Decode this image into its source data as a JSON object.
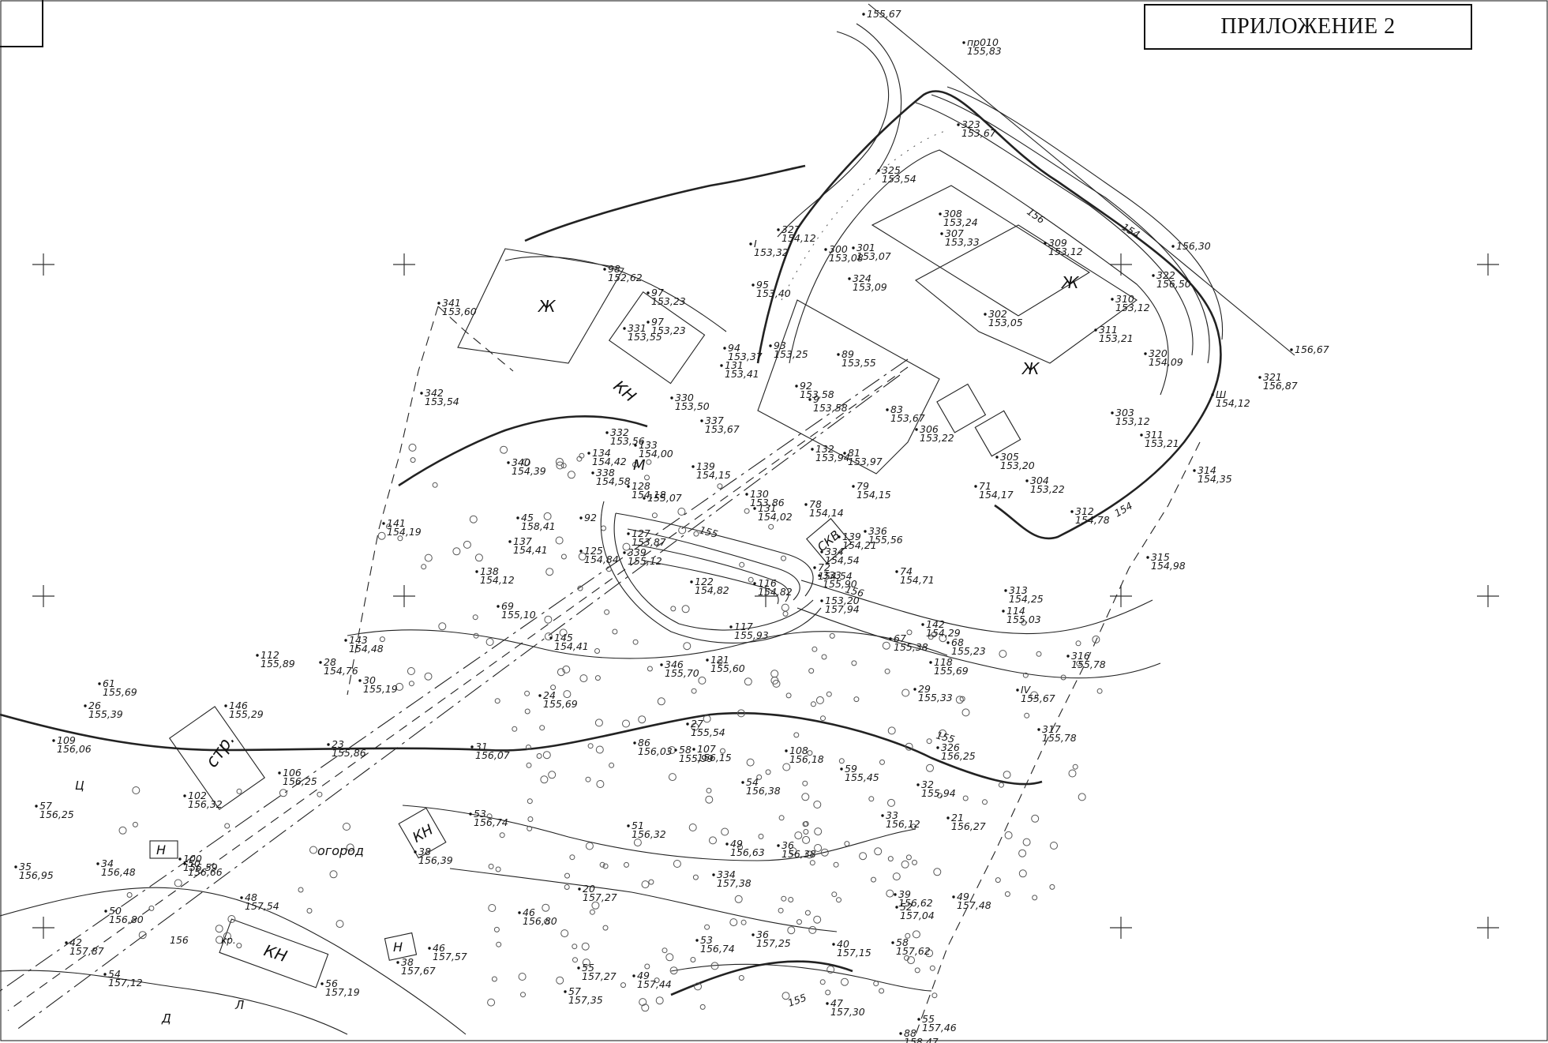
{
  "sheet": {
    "title": "ПРИЛОЖЕНИЕ 2"
  },
  "labels": {
    "zh1": "Ж",
    "zh2": "Ж",
    "zh3": "Ж",
    "kn1": "КН",
    "kn2": "КН",
    "kn3": "КН",
    "m": "М",
    "skv": "СКВ",
    "str": "стр.",
    "n1": "Н",
    "n2": "Н",
    "ogorod": "огород",
    "kryl": "кр.",
    "il1": "Ц",
    "il2": "Д",
    "il3": "Л"
  },
  "contours": [
    "156",
    "154",
    "155",
    "155",
    "156",
    "155",
    "154",
    "156"
  ],
  "points": [
    {
      "n": "155,67",
      "e": ""
    },
    {
      "n": "пр010",
      "e": "155,83"
    },
    {
      "n": "156,30",
      "e": ""
    },
    {
      "n": "156,67",
      "e": ""
    },
    {
      "n": "322",
      "e": "156,50"
    },
    {
      "n": "321",
      "e": "156,87"
    },
    {
      "n": "323",
      "e": "153,67"
    },
    {
      "n": "325",
      "e": "153,54"
    },
    {
      "n": "308",
      "e": "153,24"
    },
    {
      "n": "307",
      "e": "153,33"
    },
    {
      "n": "309",
      "e": "153,12"
    },
    {
      "n": "310",
      "e": "153,12"
    },
    {
      "n": "302",
      "e": "153,05"
    },
    {
      "n": "311",
      "e": "153,21"
    },
    {
      "n": "320",
      "e": "154,09"
    },
    {
      "n": "Ш",
      "e": "154,12"
    },
    {
      "n": "303",
      "e": "153,12"
    },
    {
      "n": "311",
      "e": "153,21"
    },
    {
      "n": "314",
      "e": "154,35"
    },
    {
      "n": "305",
      "e": "153,20"
    },
    {
      "n": "304",
      "e": "153,22"
    },
    {
      "n": "312",
      "e": "154,78"
    },
    {
      "n": "315",
      "e": "154,98"
    },
    {
      "n": "313",
      "e": "154,25"
    },
    {
      "n": "316",
      "e": "155,78"
    },
    {
      "n": "IV",
      "e": "155,67"
    },
    {
      "n": "317",
      "e": "155,78"
    },
    {
      "n": "327",
      "e": "154,12"
    },
    {
      "n": "I",
      "e": "153,32"
    },
    {
      "n": "300",
      "e": "153,08"
    },
    {
      "n": "301",
      "e": "153,07"
    },
    {
      "n": "324",
      "e": "153,09"
    },
    {
      "n": "95",
      "e": "153,40"
    },
    {
      "n": "98",
      "e": "152,62"
    },
    {
      "n": "97",
      "e": "153,23"
    },
    {
      "n": "97",
      "e": "153,23"
    },
    {
      "n": "331",
      "e": "153,55"
    },
    {
      "n": "341",
      "e": "153,60"
    },
    {
      "n": "93",
      "e": "153,25"
    },
    {
      "n": "94",
      "e": "153,37"
    },
    {
      "n": "131",
      "e": "153,41"
    },
    {
      "n": "89",
      "e": "153,55"
    },
    {
      "n": "92",
      "e": "153,58"
    },
    {
      "n": "9",
      "e": "153,58"
    },
    {
      "n": "330",
      "e": "153,50"
    },
    {
      "n": "342",
      "e": "153,54"
    },
    {
      "n": "83",
      "e": "153,67"
    },
    {
      "n": "306",
      "e": "153,22"
    },
    {
      "n": "337",
      "e": "153,67"
    },
    {
      "n": "332",
      "e": "153,56"
    },
    {
      "n": "133",
      "e": "154,00"
    },
    {
      "n": "134",
      "e": "154,42"
    },
    {
      "n": "132",
      "e": "153,94"
    },
    {
      "n": "81",
      "e": "153,97"
    },
    {
      "n": "340",
      "e": "154,39"
    },
    {
      "n": "338",
      "e": "154,58"
    },
    {
      "n": "139",
      "e": "154,15"
    },
    {
      "n": "128",
      "e": "154,18"
    },
    {
      "n": "155,07",
      "e": ""
    },
    {
      "n": "130",
      "e": "153,86"
    },
    {
      "n": "131",
      "e": "154,02"
    },
    {
      "n": "78",
      "e": "154,14"
    },
    {
      "n": "79",
      "e": "154,15"
    },
    {
      "n": "71",
      "e": "154,17"
    },
    {
      "n": "139",
      "e": "154,21"
    },
    {
      "n": "141",
      "e": "154,19"
    },
    {
      "n": "127",
      "e": "153,87"
    },
    {
      "n": "336",
      "e": "155,56"
    },
    {
      "n": "137",
      "e": "154,41"
    },
    {
      "n": "125",
      "e": "154,84"
    },
    {
      "n": "339",
      "e": "155,12"
    },
    {
      "n": "334",
      "e": "154,54"
    },
    {
      "n": "72",
      "e": "154,54"
    },
    {
      "n": "333",
      "e": "155,90"
    },
    {
      "n": "74",
      "e": "154,71"
    },
    {
      "n": "138",
      "e": "154,12"
    },
    {
      "n": "122",
      "e": "154,82"
    },
    {
      "n": "116",
      "e": "154,82"
    },
    {
      "n": "153,20",
      "e": "157,94"
    },
    {
      "n": "114",
      "e": "155,03"
    },
    {
      "n": "142",
      "e": "154,29"
    },
    {
      "n": "69",
      "e": "155,10"
    },
    {
      "n": "117",
      "e": "155,93"
    },
    {
      "n": "67",
      "e": "155,38"
    },
    {
      "n": "68",
      "e": "155,23"
    },
    {
      "n": "143",
      "e": "154,48"
    },
    {
      "n": "145",
      "e": "154,41"
    },
    {
      "n": "346",
      "e": "155,70"
    },
    {
      "n": "121",
      "e": "155,60"
    },
    {
      "n": "118",
      "e": "155,69"
    },
    {
      "n": "112",
      "e": "155,89"
    },
    {
      "n": "28",
      "e": "154,76"
    },
    {
      "n": "30",
      "e": "155,19"
    },
    {
      "n": "29",
      "e": "155,33"
    },
    {
      "n": "61",
      "e": "155,69"
    },
    {
      "n": "26",
      "e": "155,39"
    },
    {
      "n": "24",
      "e": "155,69"
    },
    {
      "n": "146",
      "e": "155,29"
    },
    {
      "n": "27",
      "e": "155,54"
    },
    {
      "n": "109",
      "e": "156,06"
    },
    {
      "n": "23",
      "e": "155,86"
    },
    {
      "n": "31",
      "e": "156,07"
    },
    {
      "n": "86",
      "e": "156,03"
    },
    {
      "n": "107",
      "e": "156,15"
    },
    {
      "n": "108",
      "e": "156,18"
    },
    {
      "n": "326",
      "e": "156,25"
    },
    {
      "n": "58",
      "e": "155,99"
    },
    {
      "n": "59",
      "e": "155,45"
    },
    {
      "n": "106",
      "e": "156,25"
    },
    {
      "n": "54",
      "e": "156,38"
    },
    {
      "n": "32",
      "e": "155,94"
    },
    {
      "n": "102",
      "e": "156,32"
    },
    {
      "n": "57",
      "e": "156,25"
    },
    {
      "n": "33",
      "e": "156,12"
    },
    {
      "n": "21",
      "e": "156,27"
    },
    {
      "n": "53",
      "e": "156,74"
    },
    {
      "n": "51",
      "e": "156,32"
    },
    {
      "n": "49",
      "e": "156,63"
    },
    {
      "n": "36",
      "e": "156,38"
    },
    {
      "n": "38",
      "e": "156,39"
    },
    {
      "n": "100",
      "e": "156,59"
    },
    {
      "n": "50",
      "e": "156,66"
    },
    {
      "n": "34",
      "e": "156,48"
    },
    {
      "n": "35",
      "e": "156,95"
    },
    {
      "n": "334",
      "e": "157,38"
    },
    {
      "n": "20",
      "e": "157,27"
    },
    {
      "n": "39",
      "e": "156,62"
    },
    {
      "n": "52",
      "e": "157,04"
    },
    {
      "n": "49",
      "e": "157,48"
    },
    {
      "n": "48",
      "e": "157,54"
    },
    {
      "n": "50",
      "e": "156,80"
    },
    {
      "n": "46",
      "e": "156,80"
    },
    {
      "n": "36",
      "e": "157,25"
    },
    {
      "n": "53",
      "e": "156,74"
    },
    {
      "n": "40",
      "e": "157,15"
    },
    {
      "n": "58",
      "e": "157,62"
    },
    {
      "n": "42",
      "e": "157,87"
    },
    {
      "n": "46",
      "e": "157,57"
    },
    {
      "n": "38",
      "e": "157,67"
    },
    {
      "n": "54",
      "e": "157,12"
    },
    {
      "n": "55",
      "e": "157,27"
    },
    {
      "n": "49",
      "e": "157,44"
    },
    {
      "n": "56",
      "e": "157,19"
    },
    {
      "n": "57",
      "e": "157,35"
    },
    {
      "n": "47",
      "e": "157,30"
    },
    {
      "n": "55",
      "e": "157,46"
    },
    {
      "n": "88",
      "e": "158,47"
    },
    {
      "n": "45",
      "e": "158,41"
    },
    {
      "n": "92",
      "e": ""
    }
  ]
}
